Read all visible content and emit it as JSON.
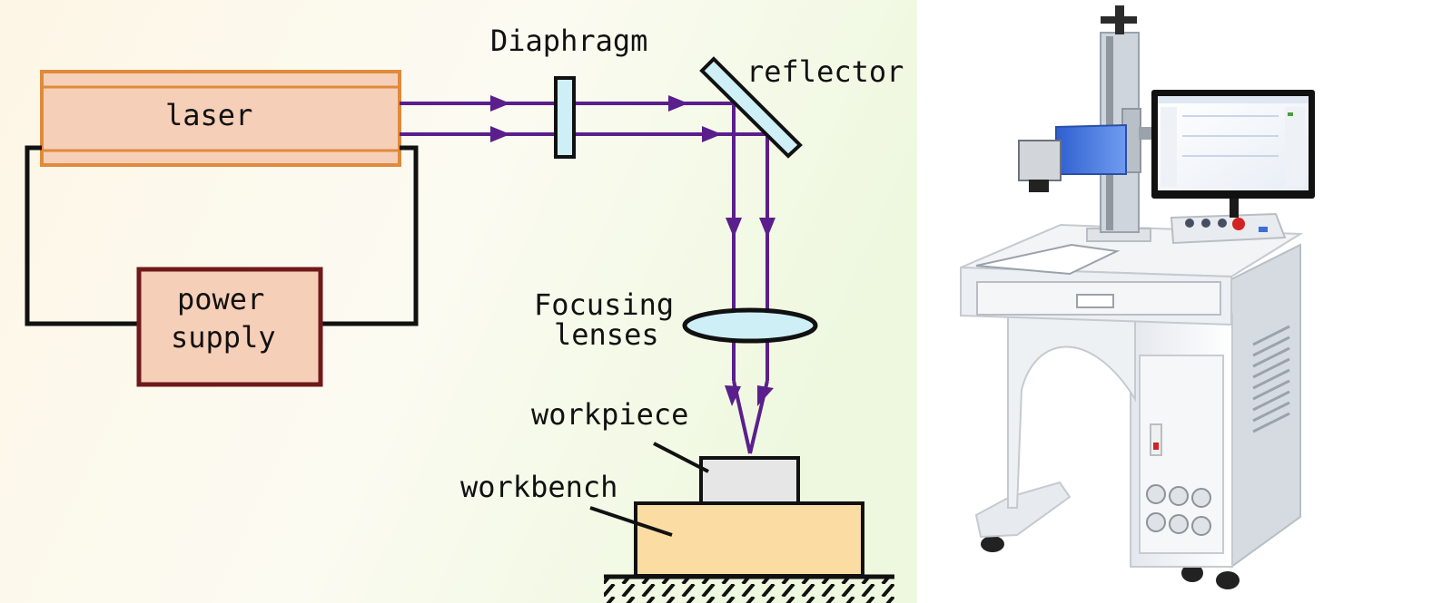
{
  "diagram": {
    "labels": {
      "laser": "laser",
      "power_supply_line1": "power",
      "power_supply_line2": "supply",
      "diaphragm": "Diaphragm",
      "reflector": "reflector",
      "focusing_line1": "Focusing",
      "focusing_line2": "lenses",
      "workpiece": "workpiece",
      "workbench": "workbench"
    },
    "colors": {
      "beam": "#5a1f8c",
      "laser_fill": "#f6cfb8",
      "laser_stroke": "#e08a3c",
      "power_stroke": "#6e1a1a",
      "optic_fill": "#cdeff5",
      "workpiece_fill": "#e6e6e6",
      "workbench_fill": "#fbdda3",
      "wire": "#111111"
    }
  },
  "photo": {
    "subject": "fiber laser marking machine"
  }
}
